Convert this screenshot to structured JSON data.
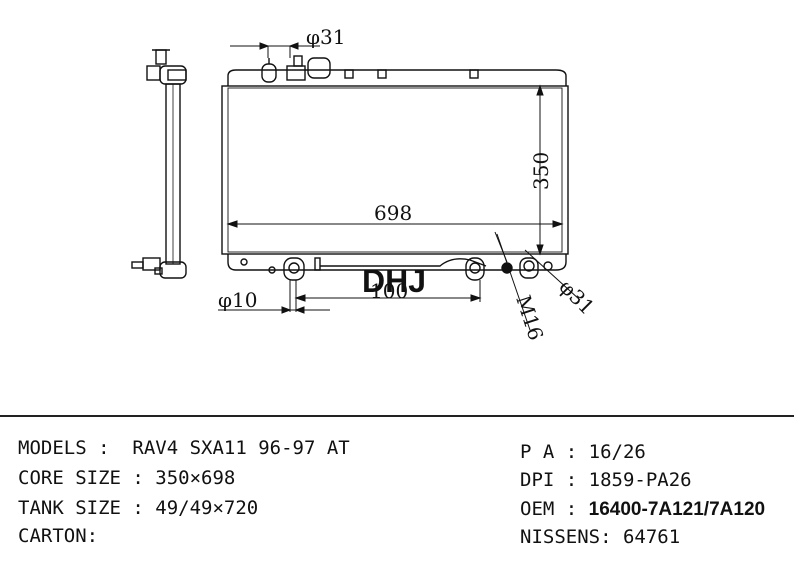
{
  "drawing": {
    "dimensions": {
      "top_pipe": "φ31",
      "core_height": "350",
      "core_width": "698",
      "bottom_pipe": "φ10",
      "bottom_span": "100",
      "drain_thread": "M16",
      "outlet_pipe": "φ31"
    },
    "brand": "DHJ"
  },
  "specs": {
    "models_label": "MODELS :",
    "models_value": "RAV4 SXA11 96-97 AT",
    "core_label": "CORE SIZE :",
    "core_value": "350×698",
    "tank_label": "TANK SIZE :",
    "tank_value": "49/49×720",
    "carton_label": "CARTON:",
    "pa_label": "P A :",
    "pa_value": "16/26",
    "dpi_label": "DPI :",
    "dpi_value": "1859-PA26",
    "oem_label": "OEM :",
    "oem_value": "16400-7A121/7A120",
    "nissens_label": "NISSENS:",
    "nissens_value": "64761"
  }
}
